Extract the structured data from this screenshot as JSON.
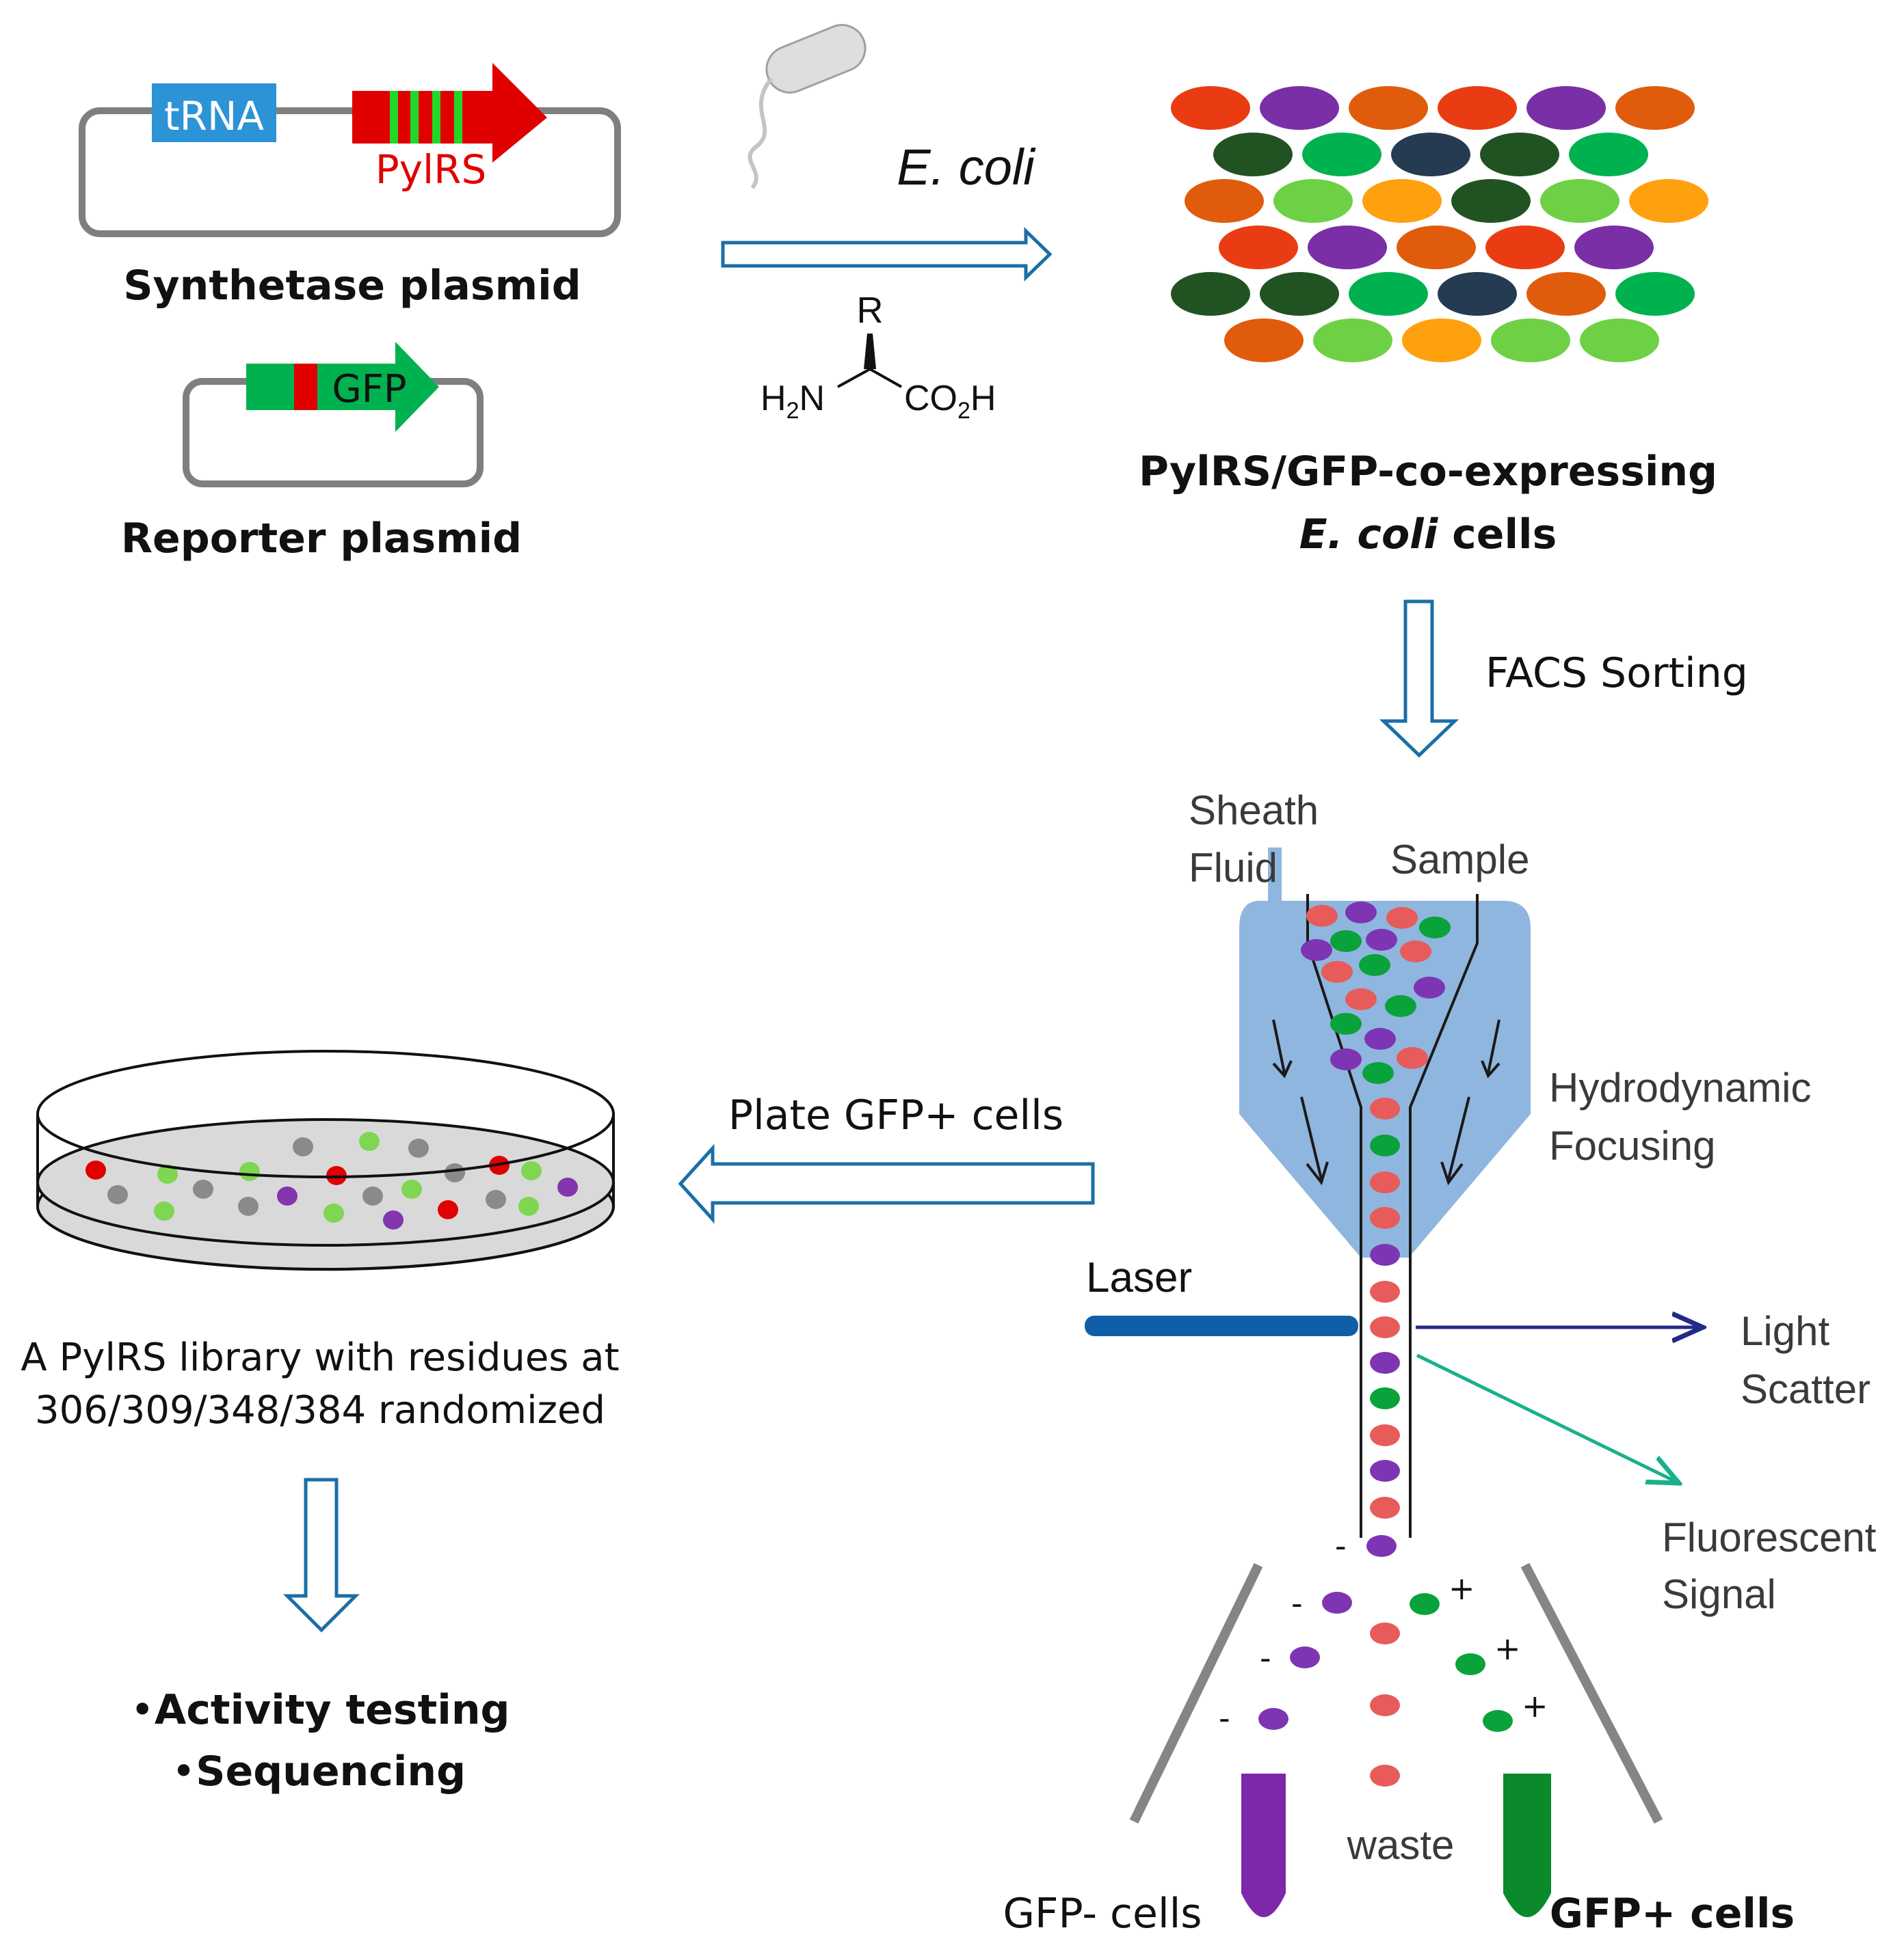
{
  "plasmids": {
    "synthetase": {
      "trna_tag": "tRNA",
      "gene_label": "PylRS",
      "caption": "Synthetase plasmid"
    },
    "reporter": {
      "gene_label": "GFP",
      "caption": "Reporter plasmid"
    }
  },
  "transformation": {
    "organism": "E. coli",
    "amino_acid": {
      "r_group": "R",
      "amine": "H",
      "amine_sub": "2",
      "amine_end": "N",
      "acid": "CO",
      "acid_sub": "2",
      "acid_end": "H"
    }
  },
  "cells": {
    "caption_line1": "PylRS/GFP-co-expressing",
    "caption_italic": "E. coli",
    "caption_rest": " cells",
    "palette": {
      "red": "#ea3c12",
      "purple": "#7a2fa6",
      "orange": "#e05c0c",
      "darkgreen": "#215322",
      "green": "#00b24f",
      "navy": "#253b52",
      "lightgreen": "#6ed145",
      "amber": "#ffa00f"
    },
    "rows": [
      [
        "red",
        "purple",
        "orange",
        "red",
        "purple",
        "orange"
      ],
      [
        "darkgreen",
        "green",
        "navy",
        "darkgreen",
        "green"
      ],
      [
        "orange",
        "lightgreen",
        "amber",
        "darkgreen",
        "lightgreen",
        "amber"
      ],
      [
        "red",
        "purple",
        "orange",
        "red",
        "purple"
      ],
      [
        "darkgreen",
        "darkgreen",
        "green",
        "navy",
        "orange",
        "green"
      ],
      [
        "orange",
        "lightgreen",
        "amber",
        "lightgreen",
        "lightgreen"
      ]
    ]
  },
  "facs": {
    "step_label": "FACS Sorting",
    "sheath": "Sheath",
    "fluid": "Fluid",
    "sample": "Sample",
    "focusing_line1": "Hydrodynamic",
    "focusing_line2": "Focusing",
    "laser": "Laser",
    "scatter_line1": "Light",
    "scatter_line2": "Scatter",
    "fluor_line1": "Fluorescent",
    "fluor_line2": "Signal",
    "minus": "-",
    "plus": "+",
    "waste": "waste",
    "neg_label": "GFP- cells",
    "pos_label": "GFP+ cells",
    "colors": {
      "red": "#e85b5b",
      "green": "#0aa23a",
      "purple": "#7d35b4",
      "tube_purple": "#7d28a8",
      "tube_green": "#0a8a2b",
      "chamber": "#8fb6de"
    }
  },
  "plating": {
    "step_label": "Plate GFP+ cells",
    "library_line1": "A PylRS library with residues at",
    "library_line2": "306/309/348/384 randomized",
    "colonies": {
      "colors": {
        "red": "#e00000",
        "gray": "#8a8a8a",
        "green": "#7ed651",
        "purple": "#8335b0"
      }
    },
    "outcomes": [
      "Activity testing",
      "Sequencing"
    ],
    "bullet": "•"
  }
}
